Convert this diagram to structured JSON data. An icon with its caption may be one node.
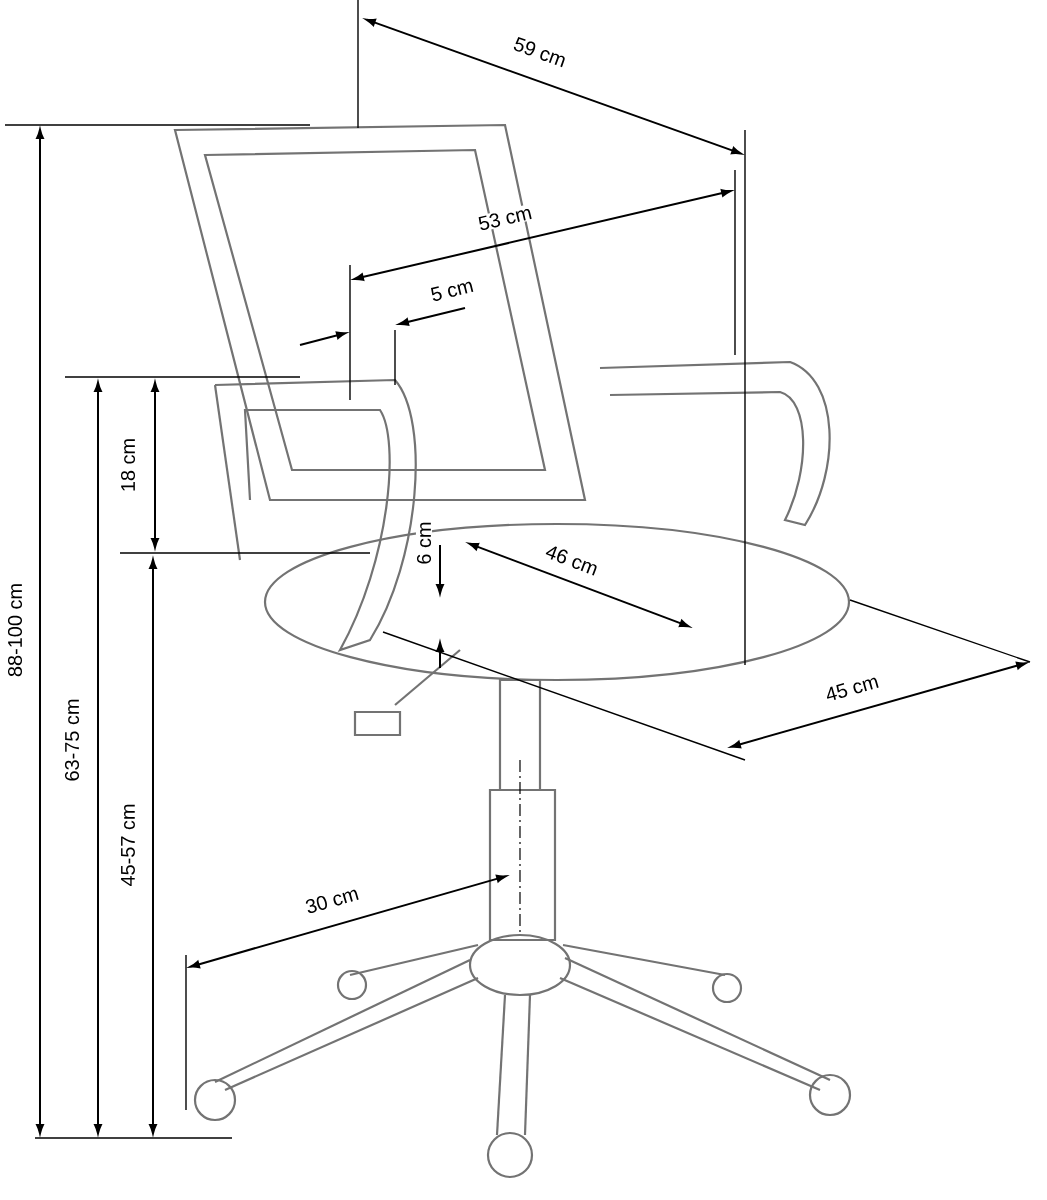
{
  "diagram": {
    "labels": [
      "59 cm",
      "53 cm",
      "5 cm",
      "18 cm",
      "6 cm",
      "46 cm",
      "88-100 cm",
      "45 cm",
      "63-75 cm",
      "45-57 cm",
      "30 cm"
    ]
  }
}
